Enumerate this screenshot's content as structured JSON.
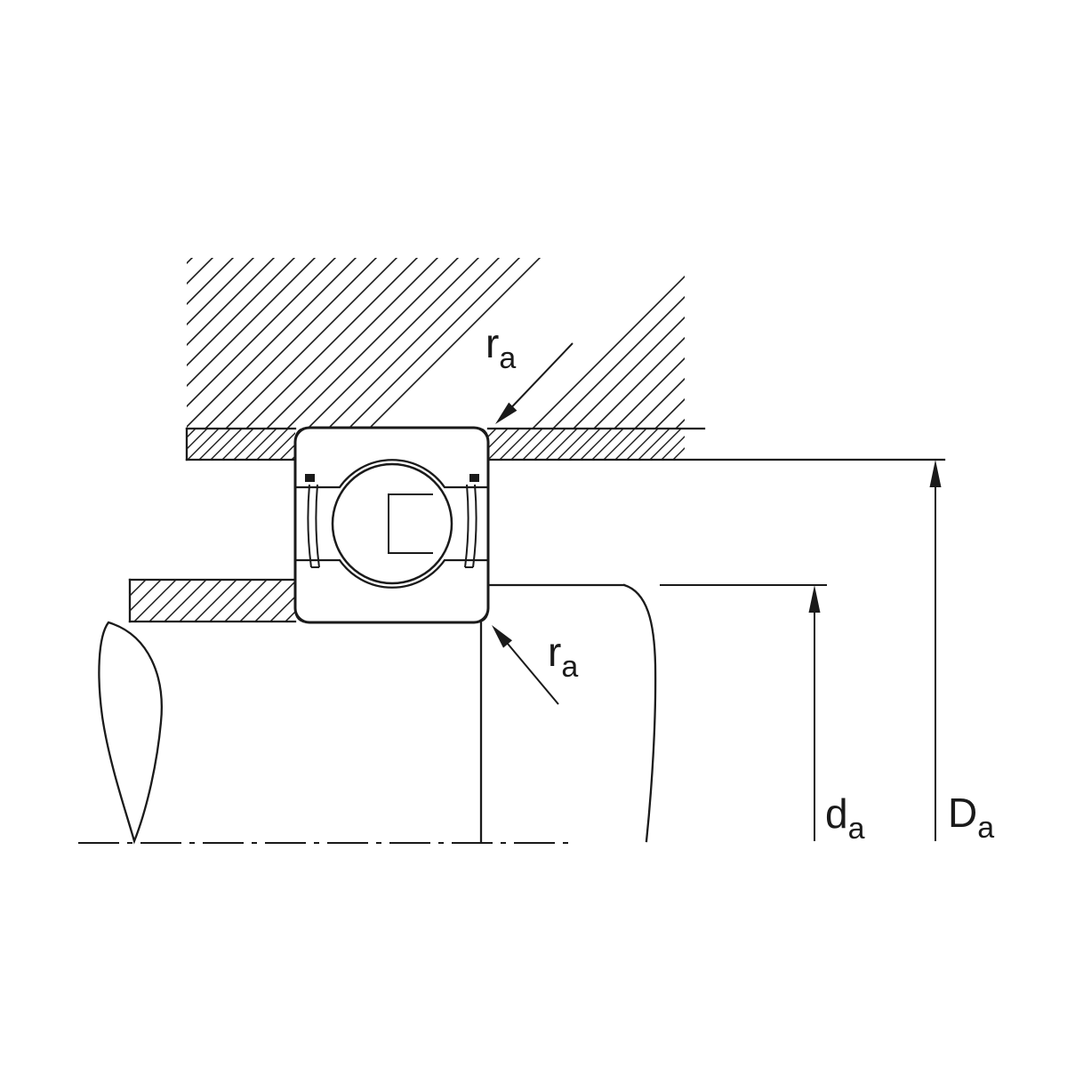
{
  "diagram": {
    "figure_type": "bearing-mounting-cross-section",
    "colors": {
      "background": "#ffffff",
      "line": "#1a1a1a"
    },
    "labels": {
      "ra_top": {
        "base": "r",
        "sub": "a"
      },
      "ra_bottom": {
        "base": "r",
        "sub": "a"
      },
      "da": {
        "base": "d",
        "sub": "a"
      },
      "Da": {
        "base": "D",
        "sub": "a"
      }
    }
  }
}
